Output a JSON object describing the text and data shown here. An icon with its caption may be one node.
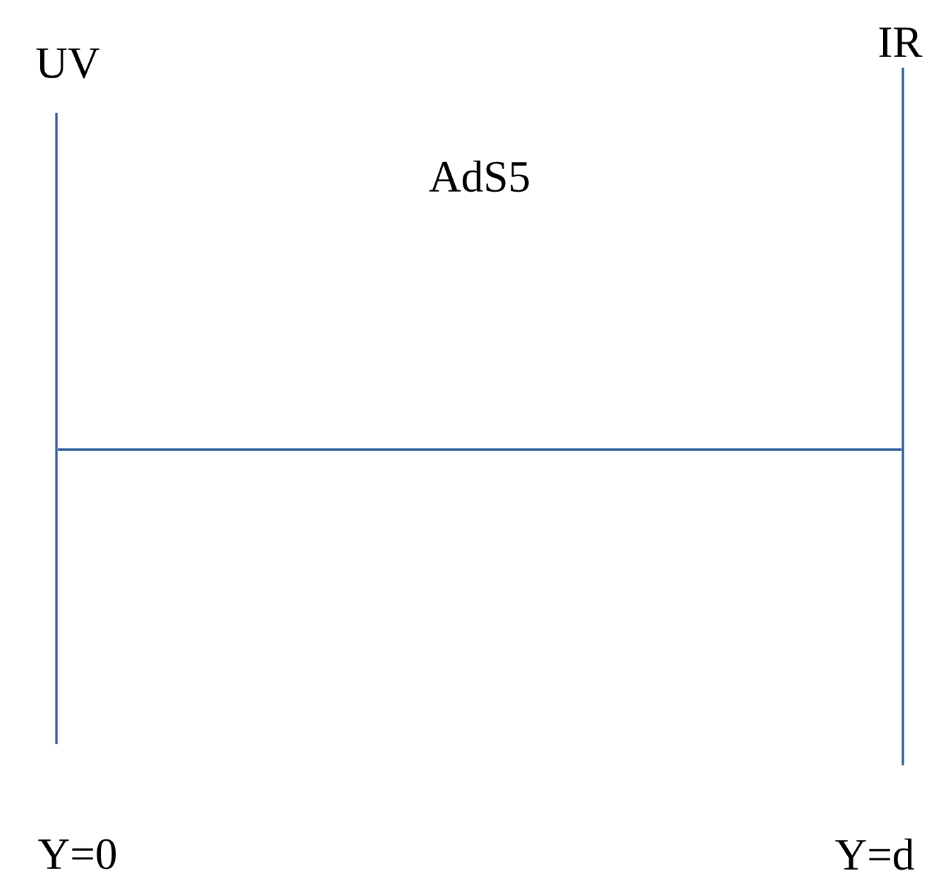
{
  "diagram": {
    "nodes": [
      {
        "text": [
          "UV"
        ],
        "beside": [
          "Y=0"
        ]
      },
      {
        "text": [
          "IR"
        ],
        "beside": [
          "Y=d"
        ]
      }
    ],
    "edges": [
      {
        "from": 0,
        "to": 1,
        "arrow": "none"
      }
    ],
    "labels": [
      "AdS5"
    ]
  }
}
